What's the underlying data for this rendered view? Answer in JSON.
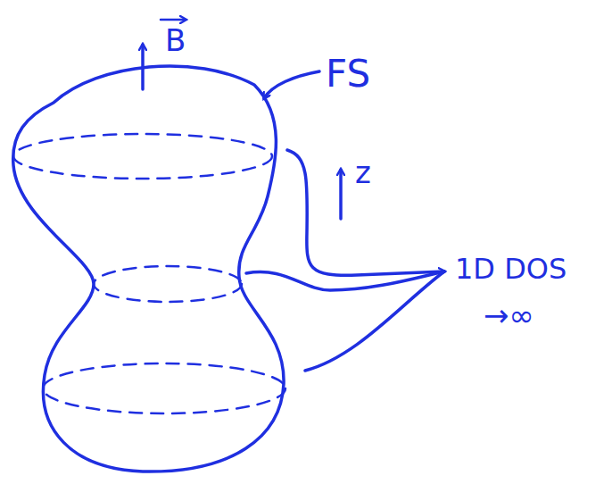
{
  "diagram": {
    "labels": [
      "B",
      "FS",
      "z",
      "1D DOS",
      "→∞"
    ]
  }
}
